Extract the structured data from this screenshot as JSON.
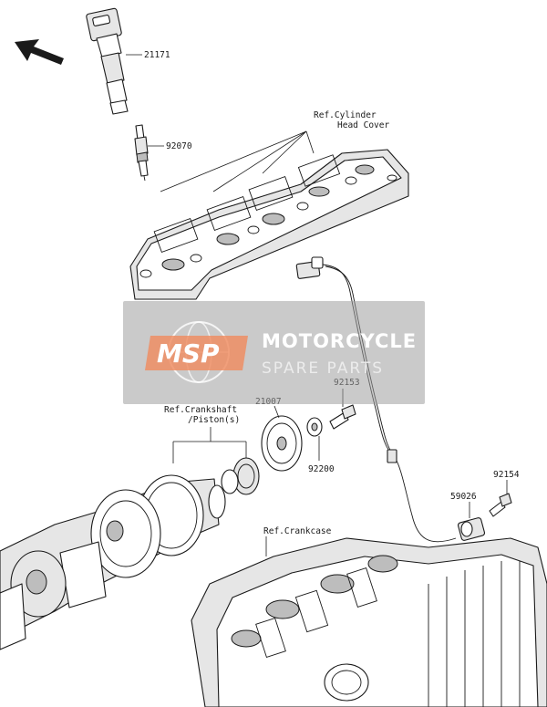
{
  "labels": {
    "coil": "21171",
    "plug": "92070",
    "head_cover_1": "Ref.Cylinder",
    "head_cover_2": "Head Cover",
    "crank_1": "Ref.Crankshaft",
    "crank_2": "/Piston(s)",
    "rotor": "21007",
    "bolt": "92153",
    "washer": "92200",
    "sensor": "59026",
    "sensor_bolt": "92154",
    "crankcase": "Ref.Crankcase"
  },
  "watermark": {
    "logo": "MSP",
    "line1": "MOTORCYCLE",
    "line2": "SPARE PARTS",
    "logo_color": "#f08a5d"
  },
  "icons": {
    "direction": "arrow-up-left-icon"
  }
}
